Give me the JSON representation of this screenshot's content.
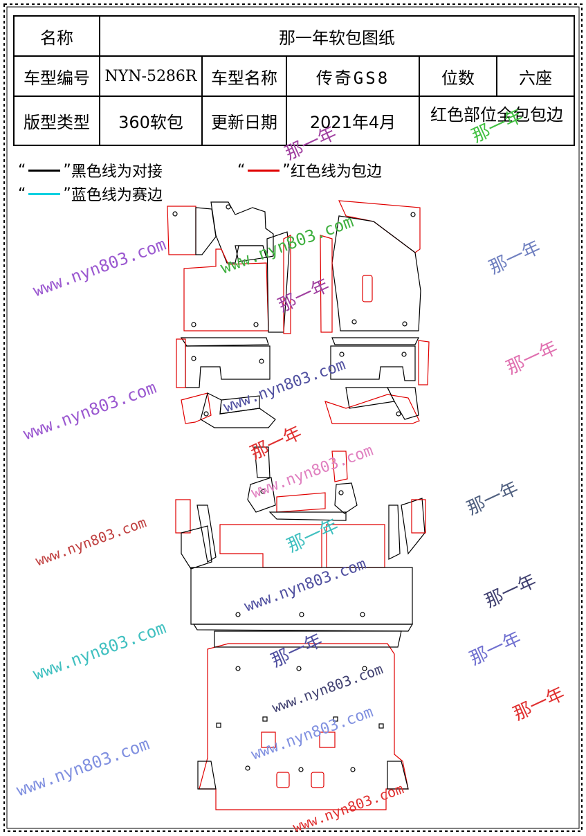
{
  "header": {
    "name_label": "名称",
    "title": "那一年软包图纸",
    "model_code_label": "车型编号",
    "model_code": "NYN-5286R",
    "model_name_label": "车型名称",
    "model_name": "传奇GS8",
    "seats_label": "位数",
    "seats": "六座",
    "type_label": "版型类型",
    "type": "360软包",
    "update_label": "更新日期",
    "update_date": "2021年4月",
    "red_note": "红色部位全包包边"
  },
  "legend": {
    "black": {
      "quote_open": "“",
      "quote_close": "”",
      "text": "黑色线为对接",
      "color": "#000000"
    },
    "red": {
      "quote_open": "“",
      "quote_close": "”",
      "text": "红色线为包边",
      "color": "#e00000"
    },
    "blue": {
      "quote_open": "“",
      "quote_close": "”",
      "text": "蓝色线为赛边",
      "color": "#00d0e0"
    }
  },
  "colors": {
    "outline_black": "#000000",
    "outline_red": "#e00000",
    "frame": "#000000"
  },
  "watermarks": {
    "url_text": "www.nyn803.com",
    "cn_text": "那一年",
    "url_colors": [
      "#9b59d0",
      "#c04040",
      "#40c0c0",
      "#5050a0",
      "#8090e0",
      "#40b040",
      "#e080c0",
      "#e03030"
    ],
    "cn_colors": [
      "#7080c0",
      "#e070b0",
      "#506080",
      "#404070",
      "#7070d0",
      "#e03030",
      "#40c040",
      "#a040a0"
    ]
  }
}
